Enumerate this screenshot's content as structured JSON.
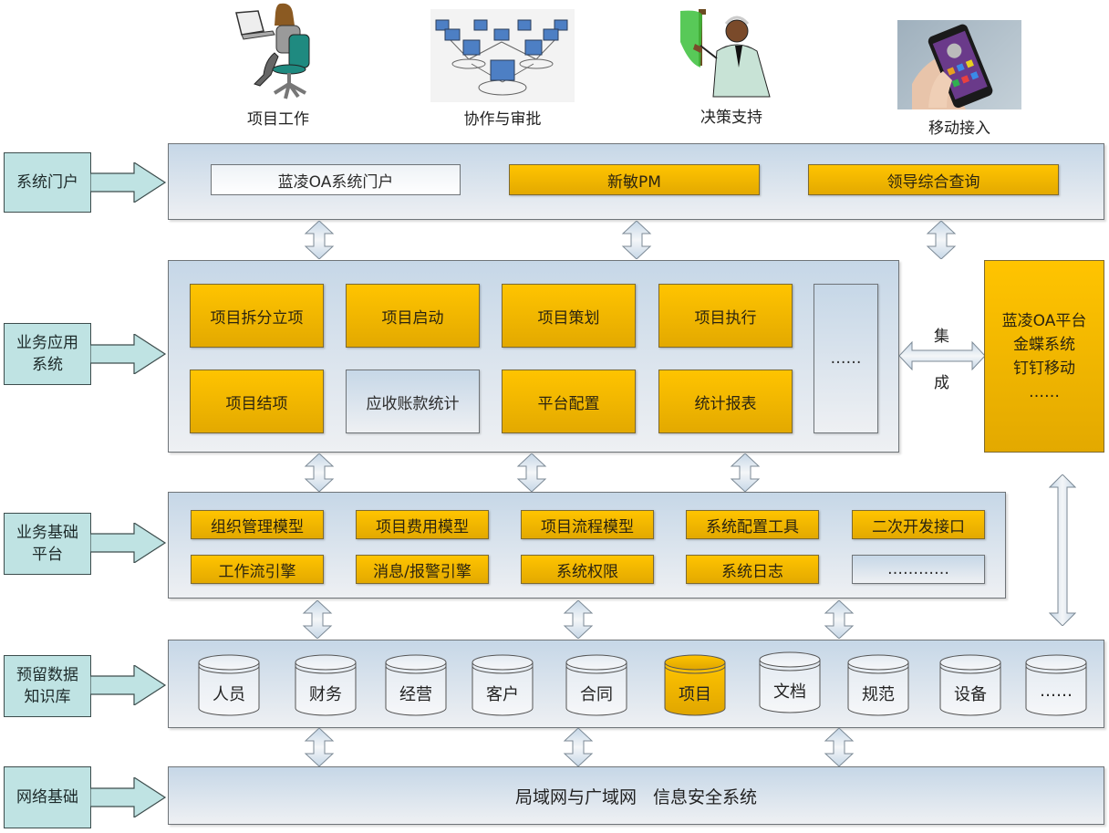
{
  "colors": {
    "gold_top": "#ffc400",
    "gold_bottom": "#e3a900",
    "panel_top": "#c6d7e7",
    "panel_bottom": "#eef0f3",
    "label_fill": "#bfe3e3"
  },
  "channels": [
    {
      "label": "项目工作",
      "icon": "woman-at-laptop-icon"
    },
    {
      "label": "协作与审批",
      "icon": "networked-computers-icon"
    },
    {
      "label": "决策支持",
      "icon": "presenter-icon"
    },
    {
      "label": "移动接入",
      "icon": "smartphone-icon"
    }
  ],
  "layers": {
    "portal": {
      "label": "系统门户",
      "items": [
        {
          "text": "蓝凌OA系统门户",
          "style": "blue"
        },
        {
          "text": "新敏PM",
          "style": "gold"
        },
        {
          "text": "领导综合查询",
          "style": "gold"
        }
      ]
    },
    "business_app": {
      "label_line1": "业务应用",
      "label_line2": "系统",
      "items": [
        {
          "text": "项目拆分立项",
          "style": "gold"
        },
        {
          "text": "项目启动",
          "style": "gold"
        },
        {
          "text": "项目策划",
          "style": "gold"
        },
        {
          "text": "项目执行",
          "style": "gold"
        },
        {
          "text": "项目结项",
          "style": "gold"
        },
        {
          "text": "应收账款统计",
          "style": "blue"
        },
        {
          "text": "平台配置",
          "style": "gold"
        },
        {
          "text": "统计报表",
          "style": "gold"
        }
      ],
      "more": "……"
    },
    "integration": {
      "top_char": "集",
      "bottom_char": "成",
      "external_lines": [
        "蓝凌OA平台",
        "金蝶系统",
        "钉钉移动",
        "……"
      ]
    },
    "business_base": {
      "label_line1": "业务基础",
      "label_line2": "平台",
      "items": [
        {
          "text": "组织管理模型",
          "style": "gold"
        },
        {
          "text": "项目费用模型",
          "style": "gold"
        },
        {
          "text": "项目流程模型",
          "style": "gold"
        },
        {
          "text": "系统配置工具",
          "style": "gold"
        },
        {
          "text": "二次开发接口",
          "style": "gold"
        },
        {
          "text": "工作流引擎",
          "style": "gold"
        },
        {
          "text": "消息/报警引擎",
          "style": "gold"
        },
        {
          "text": "系统权限",
          "style": "gold"
        },
        {
          "text": "系统日志",
          "style": "gold"
        },
        {
          "text": "…………",
          "style": "blue"
        }
      ]
    },
    "data": {
      "label_line1": "预留数据",
      "label_line2": "知识库",
      "stores": [
        {
          "text": "人员",
          "highlight": false
        },
        {
          "text": "财务",
          "highlight": false
        },
        {
          "text": "经营",
          "highlight": false
        },
        {
          "text": "客户",
          "highlight": false
        },
        {
          "text": "合同",
          "highlight": false
        },
        {
          "text": "项目",
          "highlight": true
        },
        {
          "text": "文档",
          "highlight": false
        },
        {
          "text": "规范",
          "highlight": false
        },
        {
          "text": "设备",
          "highlight": false
        },
        {
          "text": "……",
          "highlight": false
        }
      ]
    },
    "network": {
      "label": "网络基础",
      "content": "局域网与广域网   信息安全系统"
    }
  }
}
